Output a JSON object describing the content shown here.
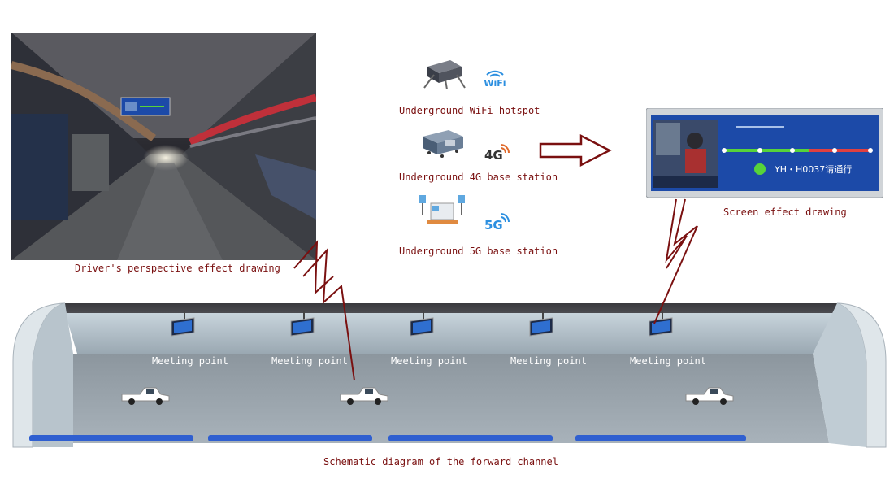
{
  "captions": {
    "driver": "Driver's perspective effect drawing",
    "screen": "Screen effect drawing",
    "forward_channel": "Schematic diagram of the forward channel"
  },
  "devices": {
    "wifi": {
      "label": "Underground WiFi hotspot",
      "badge": "WiFi"
    },
    "g4": {
      "label": "Underground 4G base station",
      "badge": "4G"
    },
    "g5": {
      "label": "Underground 5G base station",
      "badge": "5G"
    }
  },
  "screen": {
    "message": "YH・H0037请通行"
  },
  "meeting_points": [
    "Meeting point",
    "Meeting point",
    "Meeting point",
    "Meeting point",
    "Meeting point"
  ],
  "colors": {
    "caption": "#7a1010",
    "lightning": "#7a1010",
    "lane": "#2f5fd0",
    "screen_bg": "#1c4aa8",
    "signal_green": "#57d33a"
  },
  "icons": [
    "router-icon",
    "wifi-icon",
    "base-station-4g-icon",
    "signal-4g-icon",
    "base-station-5g-icon",
    "signal-5g-icon",
    "screen-icon",
    "truck-icon",
    "arrow-right-icon",
    "lightning-icon"
  ]
}
